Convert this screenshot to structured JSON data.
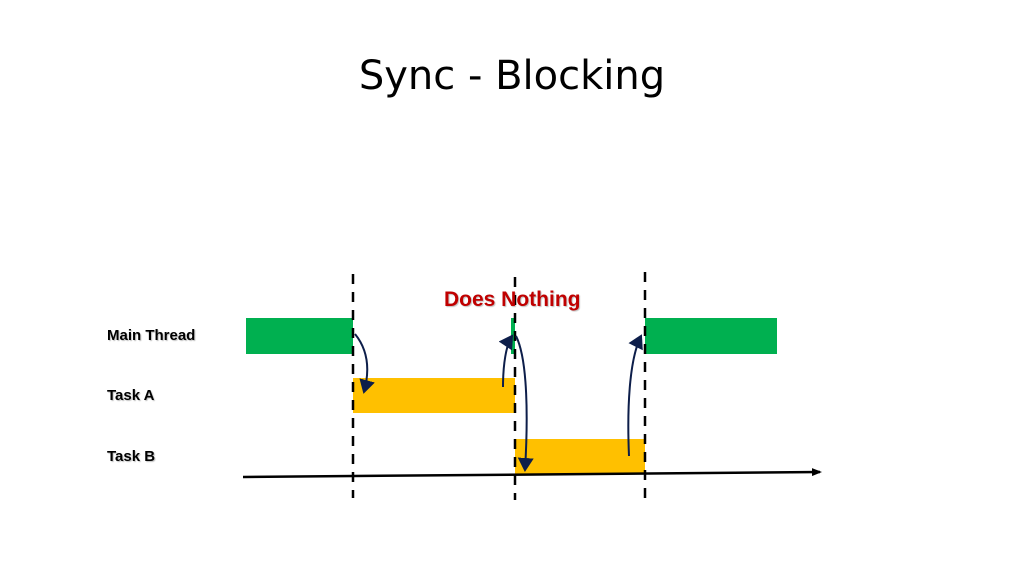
{
  "title": "Sync - Blocking",
  "rows": [
    {
      "label": "Main Thread"
    },
    {
      "label": "Task A"
    },
    {
      "label": "Task B"
    }
  ],
  "annotation": "Does Nothing",
  "colors": {
    "main_thread": "#00b050",
    "task": "#ffc000",
    "arrow": "#0d1e4a",
    "annotation": "#c00000",
    "divider": "#000000"
  }
}
